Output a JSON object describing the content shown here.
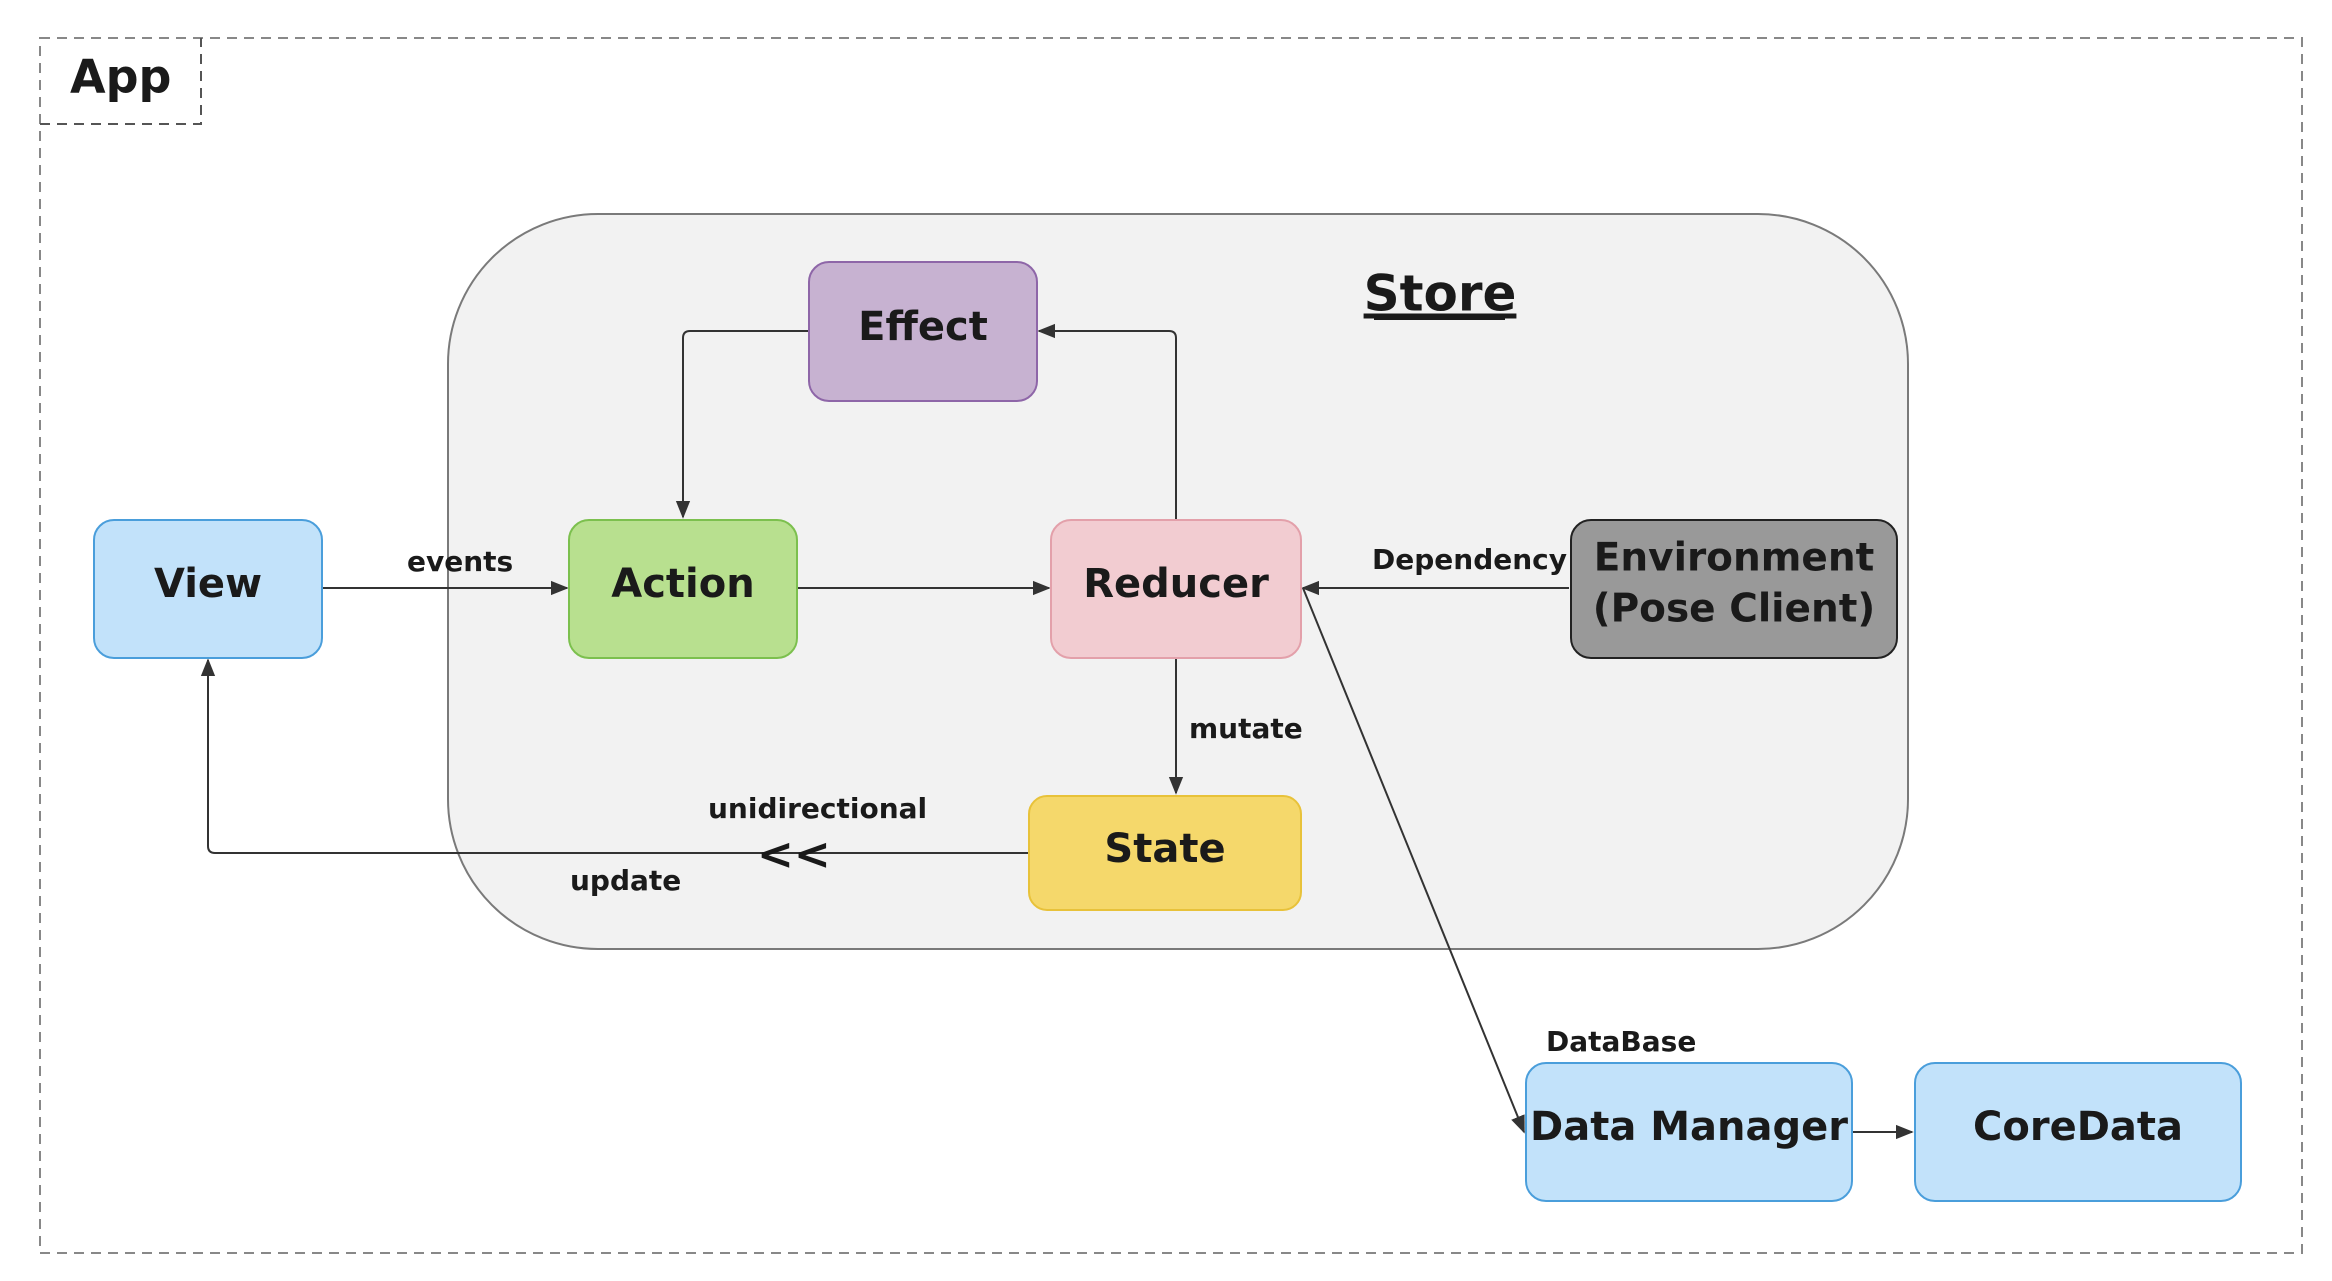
{
  "app_frame": {
    "title": "App"
  },
  "store": {
    "title": "Store"
  },
  "nodes": {
    "view": {
      "label": "View",
      "fill": "#c2e2fa",
      "stroke": "#4a9edb"
    },
    "action": {
      "label": "Action",
      "fill": "#b8e08f",
      "stroke": "#7cc04e"
    },
    "reducer": {
      "label": "Reducer",
      "fill": "#f2ccd1",
      "stroke": "#e3a0aa"
    },
    "effect": {
      "label": "Effect",
      "fill": "#c7b2d1",
      "stroke": "#8e66a8"
    },
    "state": {
      "label": "State",
      "fill": "#f5d86b",
      "stroke": "#e8c23a"
    },
    "environment": {
      "label_line1": "Environment",
      "label_line2": "(Pose Client)",
      "fill": "#999999",
      "stroke": "#222222"
    },
    "data_manager": {
      "label": "Data Manager",
      "fill": "#c2e2fa",
      "stroke": "#4a9edb"
    },
    "coredata": {
      "label": "CoreData",
      "fill": "#c2e2fa",
      "stroke": "#4a9edb"
    }
  },
  "edge_labels": {
    "events": "events",
    "dependency": "Dependency",
    "mutate": "mutate",
    "unidirectional": "unidirectional",
    "update": "update",
    "database": "DataBase",
    "double_chevron": "<<"
  },
  "colors": {
    "store_fill": "#f2f2f2",
    "store_stroke": "#7a7a7a",
    "frame_stroke": "#888888",
    "edge": "#333333"
  }
}
